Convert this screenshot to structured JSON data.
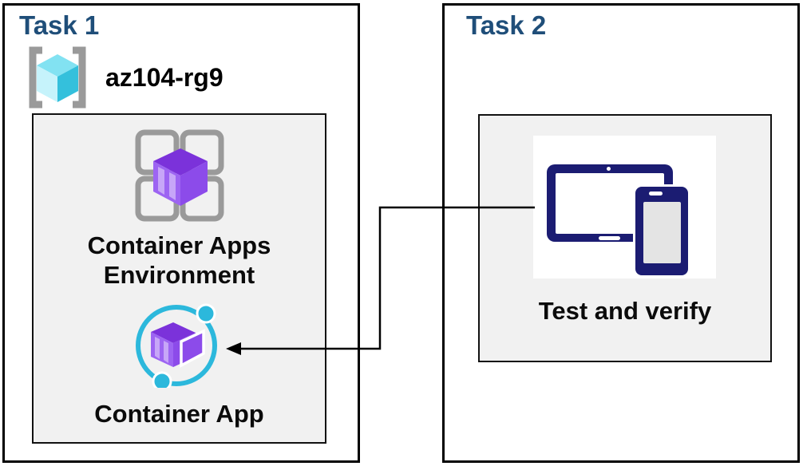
{
  "task1": {
    "title": "Task 1",
    "resource_group": {
      "icon": "resource-group-icon",
      "label": "az104-rg9"
    },
    "environment": {
      "icon": "container-apps-environment-icon",
      "label_line1": "Container Apps",
      "label_line2": "Environment"
    },
    "container_app": {
      "icon": "container-app-icon",
      "label": "Container App"
    }
  },
  "task2": {
    "title": "Task 2",
    "test_and_verify": {
      "icon": "tablet-phone-icon",
      "label": "Test and verify"
    }
  },
  "connector": {
    "from": "test-and-verify-panel",
    "to": "container-app-icon",
    "type": "elbow",
    "arrowhead": "points-left"
  },
  "colors": {
    "title_blue": "#1F4E79",
    "label_black": "#0b0b0b",
    "box_border": "#000000",
    "panel_gray": "#F1F1F1",
    "icon_gray": "#9A9A9A",
    "cube_cyan_top": "#82E2F2",
    "cube_cyan_left": "#C6F3FB",
    "cube_cyan_right": "#34C0DC",
    "purple_top": "#7B32DA",
    "purple_left": "#9D64F2",
    "purple_stripe": "#C7A6F8",
    "purple_right": "#8C4BEA",
    "orbit_cyan": "#2CB8DC",
    "device_navy": "#1B1C72",
    "connector_black": "#000000"
  }
}
